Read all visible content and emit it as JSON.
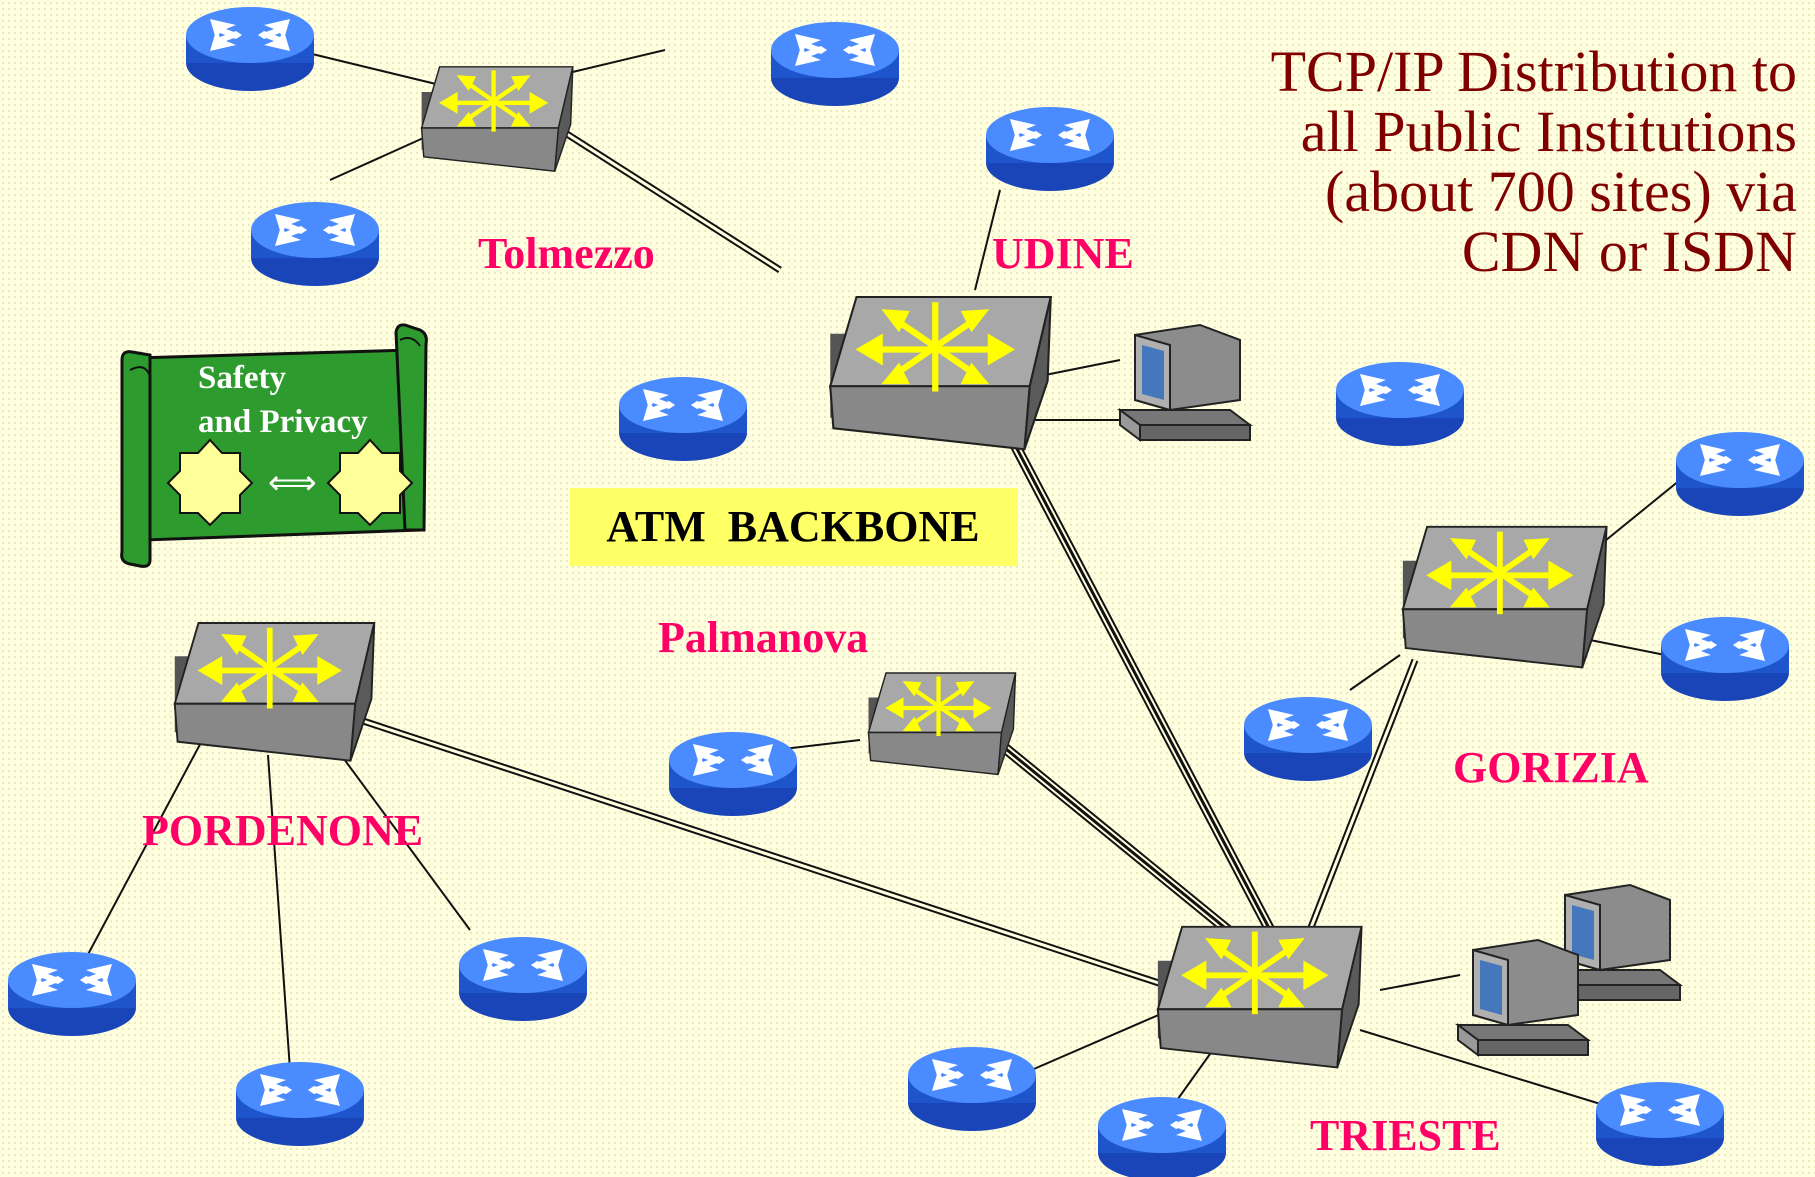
{
  "title": {
    "lines": [
      "TCP/IP Distribution to",
      "all Public Institutions",
      "(about 700 sites) via",
      "CDN or ISDN"
    ]
  },
  "backbone": {
    "label": "ATM  BACKBONE"
  },
  "banner": {
    "line1": "Safety",
    "line2": "and Privacy",
    "arrow": "⟺"
  },
  "cities": {
    "tolmezzo": "Tolmezzo",
    "udine": "UDINE",
    "palmanova": "Palmanova",
    "pordenone": "PORDENONE",
    "gorizia": "GORIZIA",
    "trieste": "TRIESTE"
  },
  "icons": {
    "router": "router-icon",
    "switch": "atm-switch-icon",
    "computer": "computer-icon",
    "scroll": "scroll-banner-icon"
  },
  "colors": {
    "background": "#ffffe0",
    "title": "#800000",
    "city_label": "#ff0066",
    "router_blue": "#3377ee",
    "switch_gray": "#8c8c8c",
    "arrow_yellow": "#ffff00",
    "banner_green": "#2e9b2e",
    "backbone_box": "#ffff66"
  }
}
